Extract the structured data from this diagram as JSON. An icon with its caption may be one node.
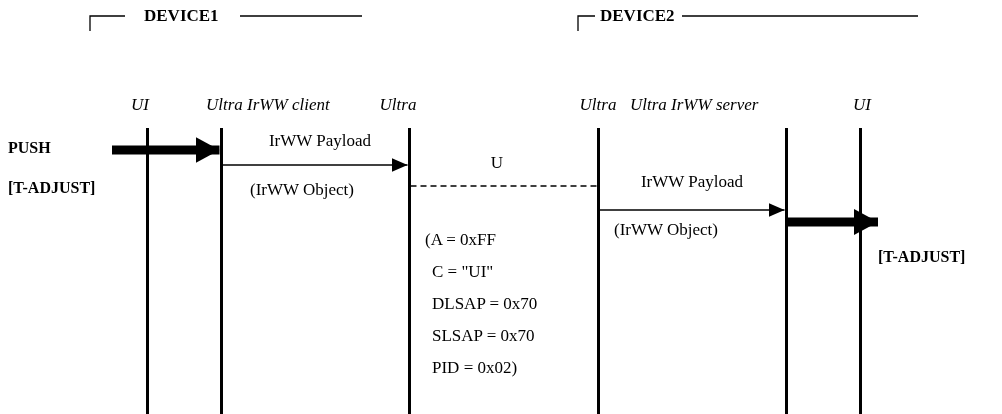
{
  "diagram": {
    "nodes": [
      {
        "text": [
          "UI"
        ]
      },
      {
        "text": [
          "Ultra IrWW client"
        ]
      },
      {
        "text": [
          "Ultra"
        ]
      },
      {
        "text": [
          "Ultra"
        ]
      },
      {
        "text": [
          "Ultra IrWW server"
        ]
      },
      {
        "text": [
          "UI"
        ]
      },
      {
        "text": [
          "PUSH [T-ADJUST]"
        ]
      },
      {
        "text": [
          "[T-ADJUST]"
        ]
      }
    ],
    "edges": [
      {
        "from": 6,
        "to": 1,
        "arrow": "to",
        "style": "thick"
      },
      {
        "from": 1,
        "to": 2,
        "arrow": "to",
        "label": "IrWW Payload"
      },
      {
        "from": 2,
        "to": 3,
        "arrow": "none",
        "style": "dashed",
        "label": "U"
      },
      {
        "from": 3,
        "to": 4,
        "arrow": "to",
        "label": "IrWW Payload"
      },
      {
        "from": 4,
        "to": 7,
        "arrow": "to",
        "style": "thick"
      }
    ],
    "labels": [
      "DEVICE1",
      "DEVICE2",
      "(IrWW Object)",
      "(IrWW Object)",
      "(A = 0xFF",
      "C = \"UI\"",
      "DLSAP = 0x70",
      "SLSAP = 0x70",
      "PID = 0x02)"
    ]
  }
}
